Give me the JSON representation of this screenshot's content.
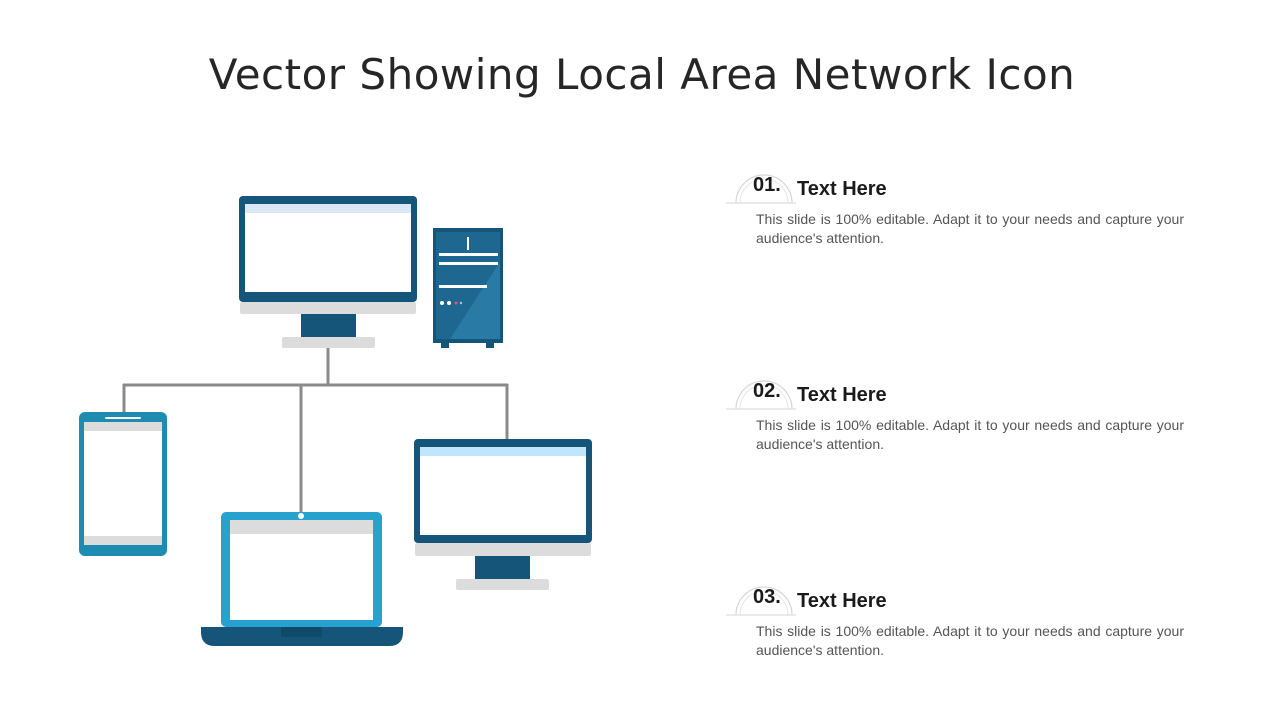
{
  "title": "Vector Showing Local Area Network Icon",
  "items": [
    {
      "number": "01.",
      "heading": "Text Here",
      "text": "This slide is 100% editable. Adapt it to your needs and capture your audience's attention."
    },
    {
      "number": "02.",
      "heading": "Text Here",
      "text": "This slide is 100% editable. Adapt it to your needs and capture your audience's attention."
    },
    {
      "number": "03.",
      "heading": "Text Here",
      "text": "This slide is 100% editable. Adapt it to your needs and capture your audience's attention."
    }
  ],
  "colors": {
    "dark_blue": "#15557a",
    "mid_blue": "#1e8bb0",
    "light_blue": "#27a2cf",
    "screen_bar": "#dbe7f5",
    "stand_grey": "#dcdcdc",
    "connector": "#8a8a8a"
  },
  "icons": [
    "desktop-monitor-icon",
    "tower-pc-icon",
    "smartphone-icon",
    "laptop-icon",
    "monitor-icon"
  ]
}
